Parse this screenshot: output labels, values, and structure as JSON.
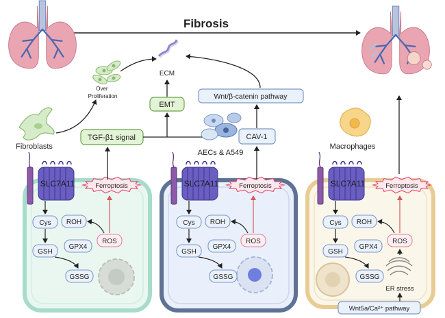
{
  "title": "Fibrosis",
  "labels": {
    "over_proliferation": [
      "Over",
      "Proliferation"
    ],
    "ecm": "ECM",
    "emt": "EMT",
    "wnt_pathway": "Wnt/β-catenin pathway",
    "tgf_signal": "TGF-β1 signal",
    "cav1": "CAV-1",
    "fibroblasts": "Fibroblasts",
    "aecs": "AECs & A549",
    "macrophages": "Macrophages",
    "wnt5a": "Wnt5a/Ca²⁺ pathway",
    "er_stress": "ER stress"
  },
  "cell_labels": {
    "transporter": "SLC7A11",
    "ferroptosis": "Ferroptosis",
    "cys": "Cys",
    "gsh": "GSH",
    "gssg": "GSSG",
    "gpx4": "GPX4",
    "roh": "ROH",
    "ros": "ROS"
  },
  "colors": {
    "cell1_fill": "#eaf7f1",
    "cell1_stroke": "#9fd8c8",
    "cell2_fill": "#e9f0fb",
    "cell2_stroke": "#5a6f92",
    "cell3_fill": "#fbf6ea",
    "cell3_stroke": "#e6c98e",
    "transporter": "#6a5fc0",
    "ferroptosis_fill": "#fde8ee",
    "ferroptosis_stroke": "#e04b6b",
    "node_fill": "#eaf1fb",
    "node_stroke": "#7a98c7",
    "emt_fill": "#e3f4d6",
    "emt_stroke": "#6aa04a",
    "ros_stroke": "#e3839a",
    "lung": "#e7a5b0",
    "airway": "#4a67b4"
  }
}
